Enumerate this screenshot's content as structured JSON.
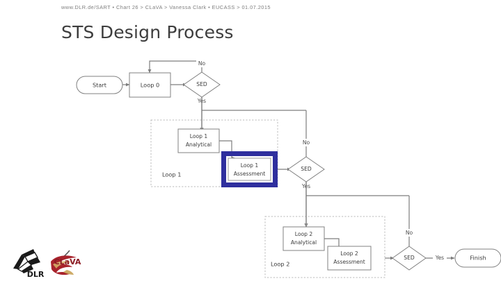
{
  "header": {
    "breadcrumb": "www.DLR.de/SART  •  Chart 26  > CLaVA  > Vanessa Clark  •  EUCASS  > 01.07.2015"
  },
  "title": "STS Design Process",
  "colors": {
    "highlight_blue": "#2f2f9e",
    "node_stroke": "#808080",
    "group_stroke": "#b9b9b9",
    "header_text": "#7e7e7e",
    "title_text": "#3d3d3d",
    "dlr_black": "#1a1a1a",
    "clava_red": "#8d1b24"
  },
  "flowchart": {
    "nodes": {
      "start": {
        "label": "Start",
        "shape": "terminator"
      },
      "loop0": {
        "label": "Loop 0",
        "shape": "process"
      },
      "sed0": {
        "label": "SED",
        "shape": "decision"
      },
      "loop1_analytical": {
        "label_line1": "Loop 1",
        "label_line2": "Analytical",
        "shape": "process"
      },
      "loop1_assessment": {
        "label_line1": "Loop 1",
        "label_line2": "Assessment",
        "shape": "process",
        "highlighted": true
      },
      "sed1": {
        "label": "SED",
        "shape": "decision"
      },
      "loop2_analytical": {
        "label_line1": "Loop 2",
        "label_line2": "Analytical",
        "shape": "process"
      },
      "loop2_assessment": {
        "label_line1": "Loop 2",
        "label_line2": "Assessment",
        "shape": "process"
      },
      "sed2": {
        "label": "SED",
        "shape": "decision"
      },
      "finish": {
        "label": "Finish",
        "shape": "terminator"
      }
    },
    "groups": {
      "loop1": {
        "label": "Loop 1"
      },
      "loop2": {
        "label": "Loop 2"
      }
    },
    "edge_labels": {
      "sed0_no": "No",
      "sed0_yes": "Yes",
      "sed1_no": "No",
      "sed1_yes": "Yes",
      "sed2_no": "No",
      "sed2_yes": "Yes"
    }
  },
  "logos": {
    "dlr": {
      "text": "DLR",
      "name": "dlr-logo"
    },
    "clava": {
      "text": "CLaVA",
      "name": "clava-logo"
    }
  }
}
